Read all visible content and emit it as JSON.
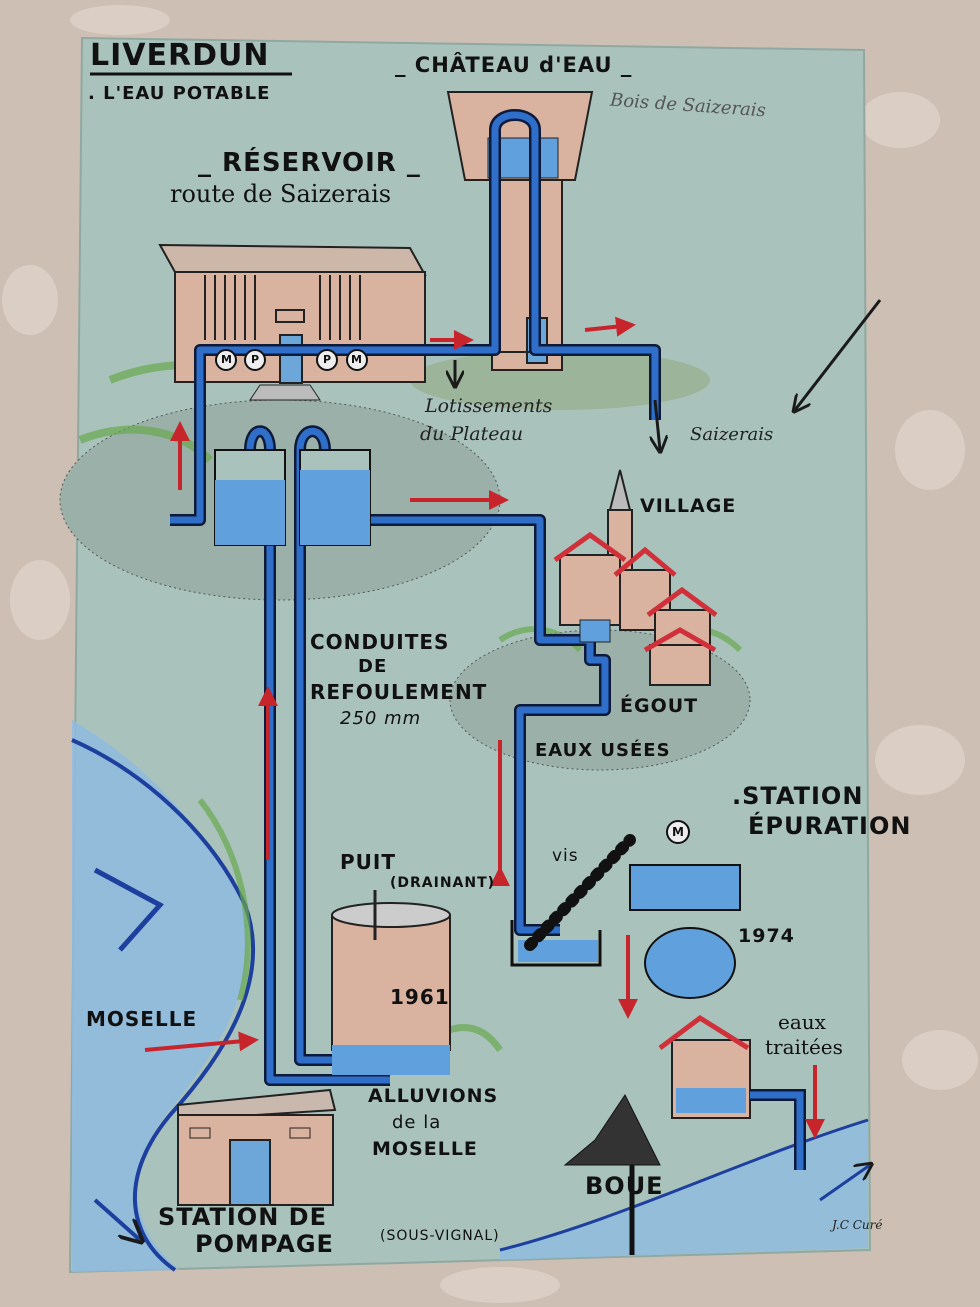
{
  "colors": {
    "paper": "#a9c3bc",
    "pipe": "#2f6fc9",
    "pipe_outline": "#0d1a3a",
    "arrow_red": "#c8242b",
    "building_tan": "#d9b3a0",
    "roof_red": "#d0303a",
    "grass_green": "#6aa84f",
    "water_blue": "#4f8fd8"
  },
  "header": {
    "title": "LIVERDUN",
    "subtitle": ". L'EAU POTABLE"
  },
  "labels": {
    "chateau": "_ CHÂTEAU d'EAU _",
    "bois": "Bois de Saizerais",
    "reservoir": "_ RÉSERVOIR _",
    "reservoir_route": "route de Saizerais",
    "lotissements_line1": "Lotissements",
    "lotissements_line2": "du Plateau",
    "saizerais": "Saizerais",
    "village": "VILLAGE",
    "conduites_line1": "CONDUITES",
    "conduites_line2": "DE",
    "conduites_line3": "REFOULEMENT",
    "conduites_line4": "250 mm",
    "egout": "ÉGOUT",
    "eaux_usees": "EAUX USÉES",
    "station_ep_line1": ".STATION",
    "station_ep_line2": "ÉPURATION",
    "vis": "vis",
    "year_epuration": "1974",
    "puit": "PUIT",
    "drainant": "(DRAINANT)",
    "year_puit": "1961",
    "moselle": "MOSELLE",
    "eaux_traitees_line1": "eaux",
    "eaux_traitees_line2": "traitées",
    "alluvions_line1": "ALLUVIONS",
    "alluvions_line2": "de la",
    "alluvions_line3": "MOSELLE",
    "boue": "BOUE",
    "station_pompage_line1": "STATION DE",
    "station_pompage_line2": "POMPAGE",
    "sous_vignal": "(SOUS-VIGNAL)",
    "signature": "J.C Curé"
  },
  "pump_letters": [
    "M",
    "P",
    "P",
    "M"
  ],
  "gauge_letter": "M"
}
